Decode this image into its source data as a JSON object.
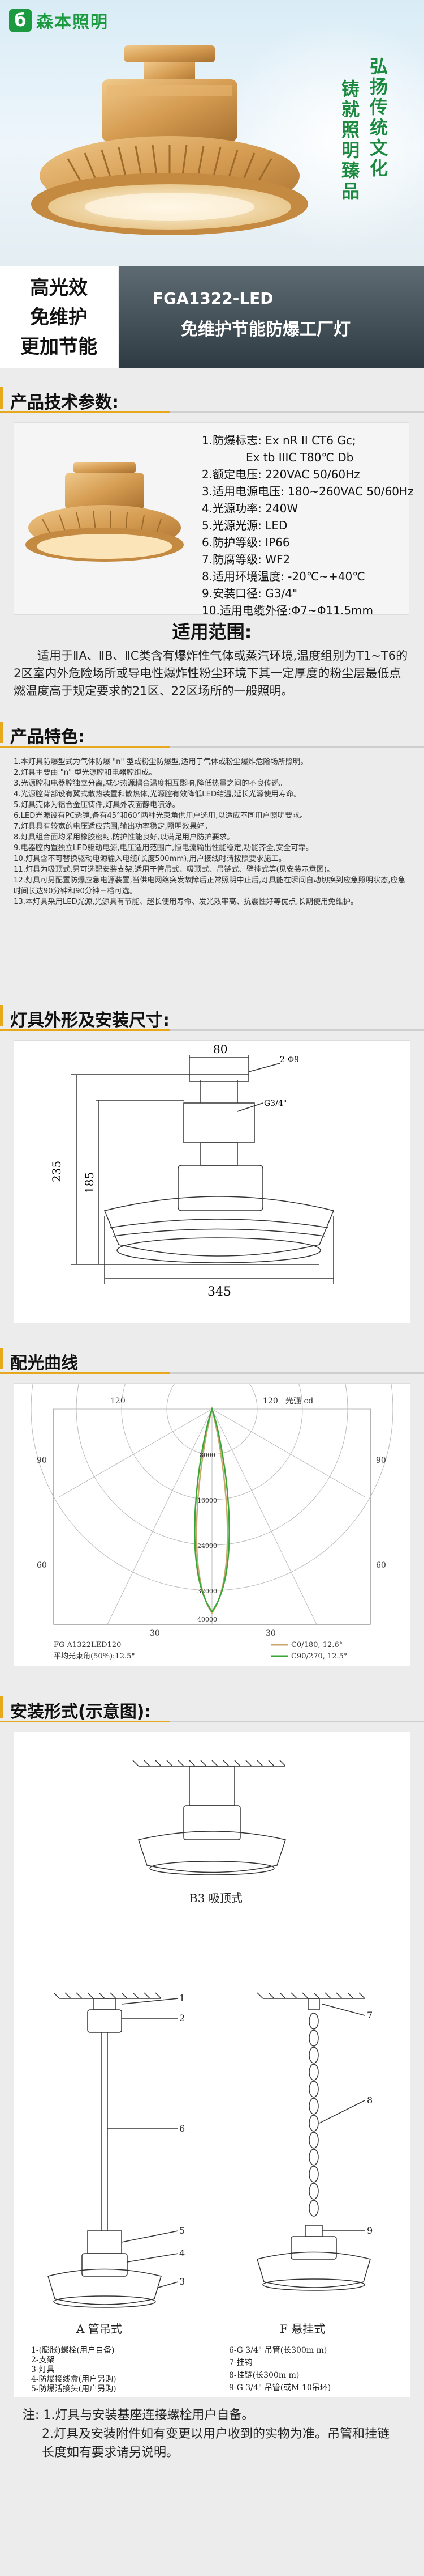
{
  "brand": {
    "logo_mark": "б",
    "name": "森本照明",
    "slogan_1": "弘扬传统文化",
    "slogan_2": "铸就照明臻品"
  },
  "banner": {
    "left_lines": [
      "高光效",
      "免维护",
      "更加节能"
    ],
    "model": "FGA1322-LED",
    "name": "免维护节能防爆工厂灯"
  },
  "sections": {
    "params": "产品技术参数:",
    "features": "产品特色:",
    "dimensions": "灯具外形及安装尺寸:",
    "curve": "配光曲线",
    "install": "安装形式(示意图):"
  },
  "params": [
    "1.防爆标志: Ex nR II CT6 Gc;",
    "Ex tb IIIC T80℃ Db",
    "2.额定电压: 220VAC 50/60Hz",
    "3.适用电源电压: 180~260VAC 50/60Hz",
    "4.光源功率: 240W",
    "5.光源光源: LED",
    "6.防护等级: IP66",
    "7.防腐等级: WF2",
    "8.适用环境温度: -20℃~+40℃",
    "9.安装口径: G3/4\"",
    "10.适用电缆外径:Φ7~Φ11.5mm"
  ],
  "scope": {
    "title": "适用范围:",
    "text": "适用于ⅡA、ⅡB、ⅡC类含有爆炸性气体或蒸汽环境,温度组别为T1~T6的2区室内外危险场所或导电性爆炸性粉尘环境下其一定厚度的粉尘层最低点燃温度高于规定要求的21区、22区场所的一般照明。"
  },
  "features": [
    "1.本灯具防爆型式为气体防爆 \"n\" 型或粉尘防爆型,适用于气体或粉尘爆炸危险场所照明。",
    "2.灯具主要由 \"n\" 型光源腔和电器腔组成。",
    "3.光源腔和电器腔独立分离,减少热源耦合温度相互影响,降低热量之间的不良传递。",
    "4.光源腔背部设有翼式散热装置和散热体,光源腔有效降低LED结温,延长光源使用寿命。",
    "5.灯具壳体为铝合金压铸件,灯具外表面静电喷涂。",
    "6.LED光源设有PC透镜,备有45°和60°两种光束角供用户选用,以适应不同用户照明要求。",
    "7.灯具具有较宽的电压适应范围,输出功率稳定,照明效果好。",
    "8.灯具组合面均采用橡胶密封,防护性能良好,以满足用户防护要求。",
    "9.电器腔内置独立LED驱动电源,电压适用范围广,恒电流输出性能稳定,功能齐全,安全可靠。",
    "10.灯具含不可替换驱动电源输入电缆(长度500mm),用户接线时请按照要求施工。",
    "11.灯具为吸顶式,另可选配安装支架,适用于管吊式、吸顶式、吊链式、壁挂式等(见安装示意图)。",
    "12.灯具可另配置防爆应急电源装置,当供电网络突发故障后正常照明中止后,灯具能在瞬间自动切换到应急照明状态,应急时间长达90分钟和90分钟三档可选。",
    "13.本灯具采用LED光源,光源具有节能、超长使用寿命、发光效率高、抗震性好等优点,长期使用免维护。"
  ],
  "dimensions": {
    "top_width": "80",
    "hole": "2-Φ9",
    "thread": "G3/4\"",
    "height_outer": "235",
    "height_inner": "185",
    "diameter": "345"
  },
  "curve": {
    "ang_120_left": "120",
    "ang_120_right": "120",
    "unit": "光强 cd",
    "ang_90_left": "90",
    "ang_90_right": "90",
    "ang_60_left": "60",
    "ang_60_right": "60",
    "ang_30_left": "30",
    "ang_30_right": "30",
    "r_8000": "8000",
    "r_16000": "16000",
    "r_24000": "24000",
    "r_32000": "32000",
    "r_40000": "40000",
    "model_text": "FG A1322LED120",
    "avg_beam": "平均光束角(50%):12.5°",
    "legend_1": "C0/180, 12.6°",
    "legend_2": "C90/270, 12.5°",
    "legend_1_color": "#c9a86a",
    "legend_2_color": "#3aa63a"
  },
  "install": {
    "b3_label": "B3 吸顶式",
    "a_label": "A 管吊式",
    "f_label": "F 悬挂式",
    "a_items": [
      "1-(膨胀)螺栓(用户自备)",
      "2-支架",
      "3-灯具",
      "4-防爆接线盒(用户另购)",
      "5-防爆活接头(用户另购)"
    ],
    "f_items": [
      "6-G 3/4\" 吊管(长300m m)",
      "7-挂钩",
      "8-挂链(长300m m)",
      "9-G 3/4\" 吊管(或M 10吊环)"
    ],
    "n1": "1",
    "n2": "2",
    "n3": "3",
    "n4": "4",
    "n5": "5",
    "n6": "6",
    "n7": "7",
    "n8": "8",
    "n9": "9"
  },
  "notes": [
    "注: 1.灯具与安装基座连接螺栓用户自备。",
    "2.灯具及安装附件如有变更以用户收到的实物为准。吊管和挂链长度如有要求请另说明。"
  ],
  "colors": {
    "accent": "#e7a81b",
    "brand_green": "#1b9a3f",
    "lamp_gold": "#d6a35a"
  }
}
